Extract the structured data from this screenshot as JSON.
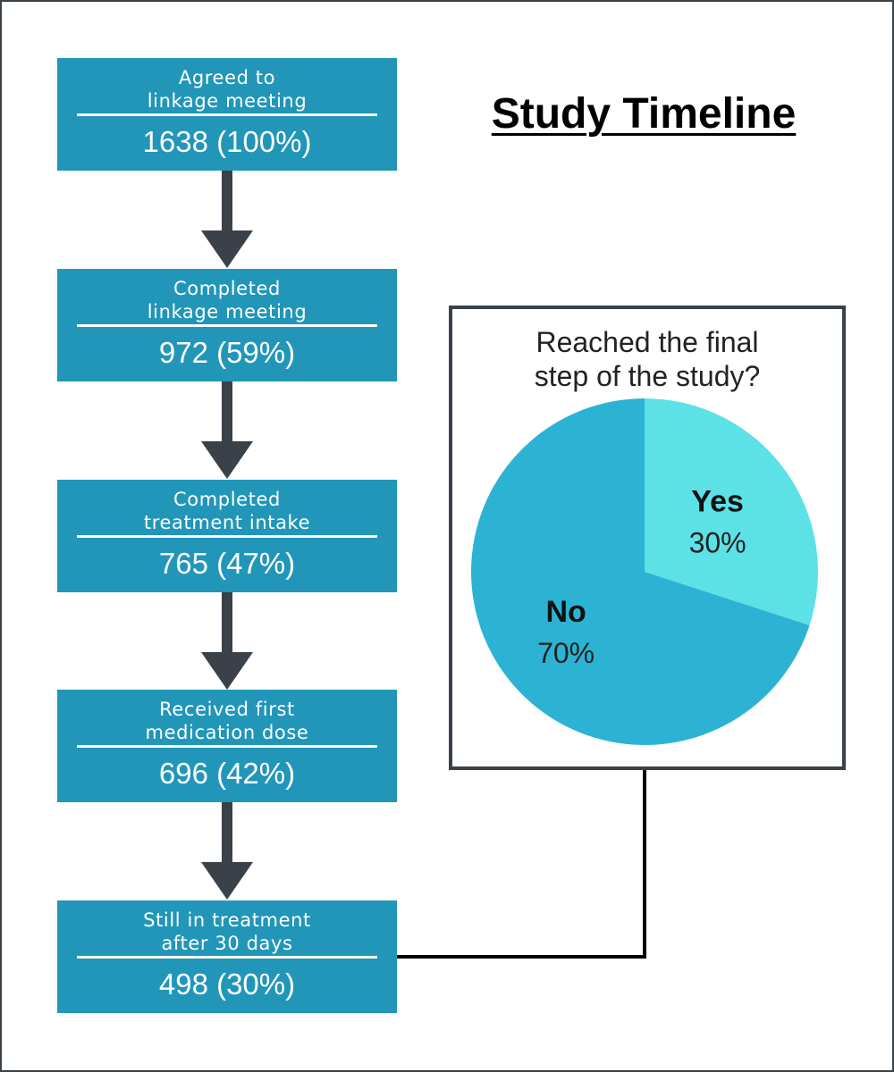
{
  "title": "Study Timeline",
  "steps": [
    {
      "line1": "Agreed to",
      "line2": "linkage meeting",
      "value": "1638 (100%)"
    },
    {
      "line1": "Completed",
      "line2": "linkage meeting",
      "value": "972 (59%)"
    },
    {
      "line1": "Completed",
      "line2": "treatment intake",
      "value": "765 (47%)"
    },
    {
      "line1": "Received first",
      "line2": "medication dose",
      "value": "696 (42%)"
    },
    {
      "line1": "Still in treatment",
      "line2": "after 30 days",
      "value": "498 (30%)"
    }
  ],
  "pie": {
    "title_line1": "Reached the final",
    "title_line2": "step of the study?"
  },
  "chart_data": {
    "type": "pie",
    "title": "Reached the final step of the study?",
    "slices": [
      {
        "label": "Yes",
        "value": 30,
        "display": "30%",
        "color": "#5ce1e6"
      },
      {
        "label": "No",
        "value": 70,
        "display": "70%",
        "color": "#2cb3d4"
      }
    ]
  },
  "colors": {
    "step_box": "#2196b8",
    "arrow": "#3a4149",
    "border": "#3a4149",
    "connector": "#000000"
  }
}
